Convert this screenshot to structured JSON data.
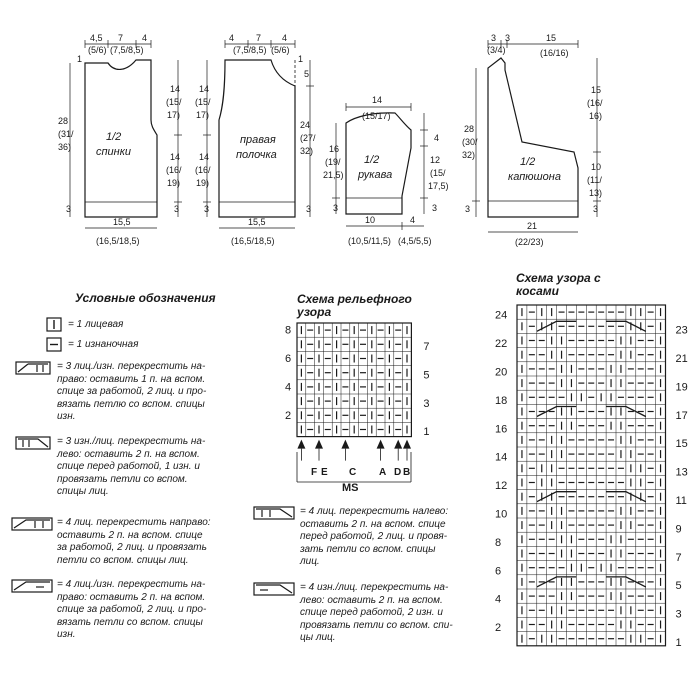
{
  "colors": {
    "ink": "#1a1a1a",
    "paper": "#ffffff"
  },
  "schematics": {
    "back": {
      "label": [
        "1/2",
        "спинки"
      ],
      "top": [
        "4,5",
        "7",
        "4"
      ],
      "top_sub": [
        "(5/6)",
        "(7,5/8,5)",
        ""
      ],
      "side_small": "1",
      "height_total": [
        "28",
        "(31/",
        "36)"
      ],
      "armhole": [
        "14",
        "(15/",
        "17)"
      ],
      "body": [
        "14",
        "(16/",
        "19)"
      ],
      "rib": "3",
      "width": "15,5",
      "width_sub": "(16,5/18,5)"
    },
    "front": {
      "label": [
        "правая",
        "полочка"
      ],
      "top": [
        "4",
        "7",
        "4"
      ],
      "top_sub": [
        "",
        "(7,5/8,5)",
        "(5/6)"
      ],
      "side_small": "1",
      "neck": "5",
      "armhole": [
        "14",
        "(15/",
        "17)"
      ],
      "height_total": [
        "24",
        "(27/",
        "32)"
      ],
      "body": [
        "14",
        "(16/",
        "19)"
      ],
      "rib": "3",
      "width": "15,5",
      "width_sub": "(16,5/18,5)"
    },
    "sleeve": {
      "label": [
        "1/2",
        "рукава"
      ],
      "top": "14",
      "top_sub": "(15/17)",
      "cap": "4",
      "height": [
        "16",
        "(19/",
        "21,5)"
      ],
      "length": [
        "12",
        "(15/",
        "17,5)"
      ],
      "rib": "3",
      "bottom_left": "10",
      "bottom_left_sub": "(10,5/11,5)",
      "bottom_right": "4",
      "bottom_right_sub": "(4,5/5,5)"
    },
    "hood": {
      "label": [
        "1/2",
        "капюшона"
      ],
      "top": [
        "3",
        "3",
        "15"
      ],
      "top_sub": [
        "(3/4)",
        "",
        "(16/16)"
      ],
      "upper": [
        "15",
        "(16/",
        "16)"
      ],
      "height_total": [
        "28",
        "(30/",
        "32)"
      ],
      "lower": [
        "10",
        "(11/",
        "13)"
      ],
      "rib": "3",
      "width": "21",
      "width_sub": "(22/23)"
    }
  },
  "legend": {
    "title": "Условные обозначения",
    "items": [
      "= 1 лицевая",
      "= 1 изнаночная",
      "= 3 лиц./изн. перекрестить на-\nправо: оставить 1 п. на вспом.\nспице за работой, 2 лиц. и про-\nвязать петлю со вспом. спицы\nизн.",
      "= 3 изн./лиц. перекрестить на-\nлево: оставить 2 п. на вспом.\nспице перед работой, 1 изн. и\nпровязать петли со вспом.\nспицы лиц.",
      "= 4 лиц. перекрестить направо:\nоставить 2 п. на вспом. спице\nза работой, 2 лиц. и провязать\nпетли со вспом. спицы лиц.",
      "= 4 лиц./изн. перекрестить на-\nправо: оставить 2 п. на вспом.\nспице за работой, 2 лиц. и про-\nвязать петли со вспом. спицы\nизн."
    ],
    "items_right": [
      "= 4 лиц. перекрестить налево:\nоставить 2 п. на вспом. спице\nперед работой, 2 лиц. и провя-\nзать петли со вспом. спицы\nлиц.",
      "= 4 изн./лиц. перекрестить на-\nлево: оставить 2 п. на вспом.\nспице перед работой, 2 изн. и\nпровязать петли со вспом. спи-\nцы лиц."
    ]
  },
  "relief_chart": {
    "title": [
      "Схема рельефного",
      "узора"
    ],
    "rows_left": [
      "8",
      "6",
      "4",
      "2"
    ],
    "rows_right": [
      "7",
      "5",
      "3",
      "1"
    ],
    "markers": [
      "F",
      "E",
      "C",
      "A",
      "D",
      "B"
    ],
    "repeat": "MS",
    "cols": 13,
    "rows": 8
  },
  "cable_chart": {
    "title": [
      "Схема узора с",
      "косами"
    ],
    "rows_left": [
      "24",
      "22",
      "20",
      "18",
      "16",
      "14",
      "12",
      "10",
      "8",
      "6",
      "4",
      "2"
    ],
    "rows_right": [
      "23",
      "21",
      "19",
      "17",
      "15",
      "13",
      "11",
      "9",
      "7",
      "5",
      "3",
      "1"
    ],
    "cols": 15,
    "rows": 24
  }
}
